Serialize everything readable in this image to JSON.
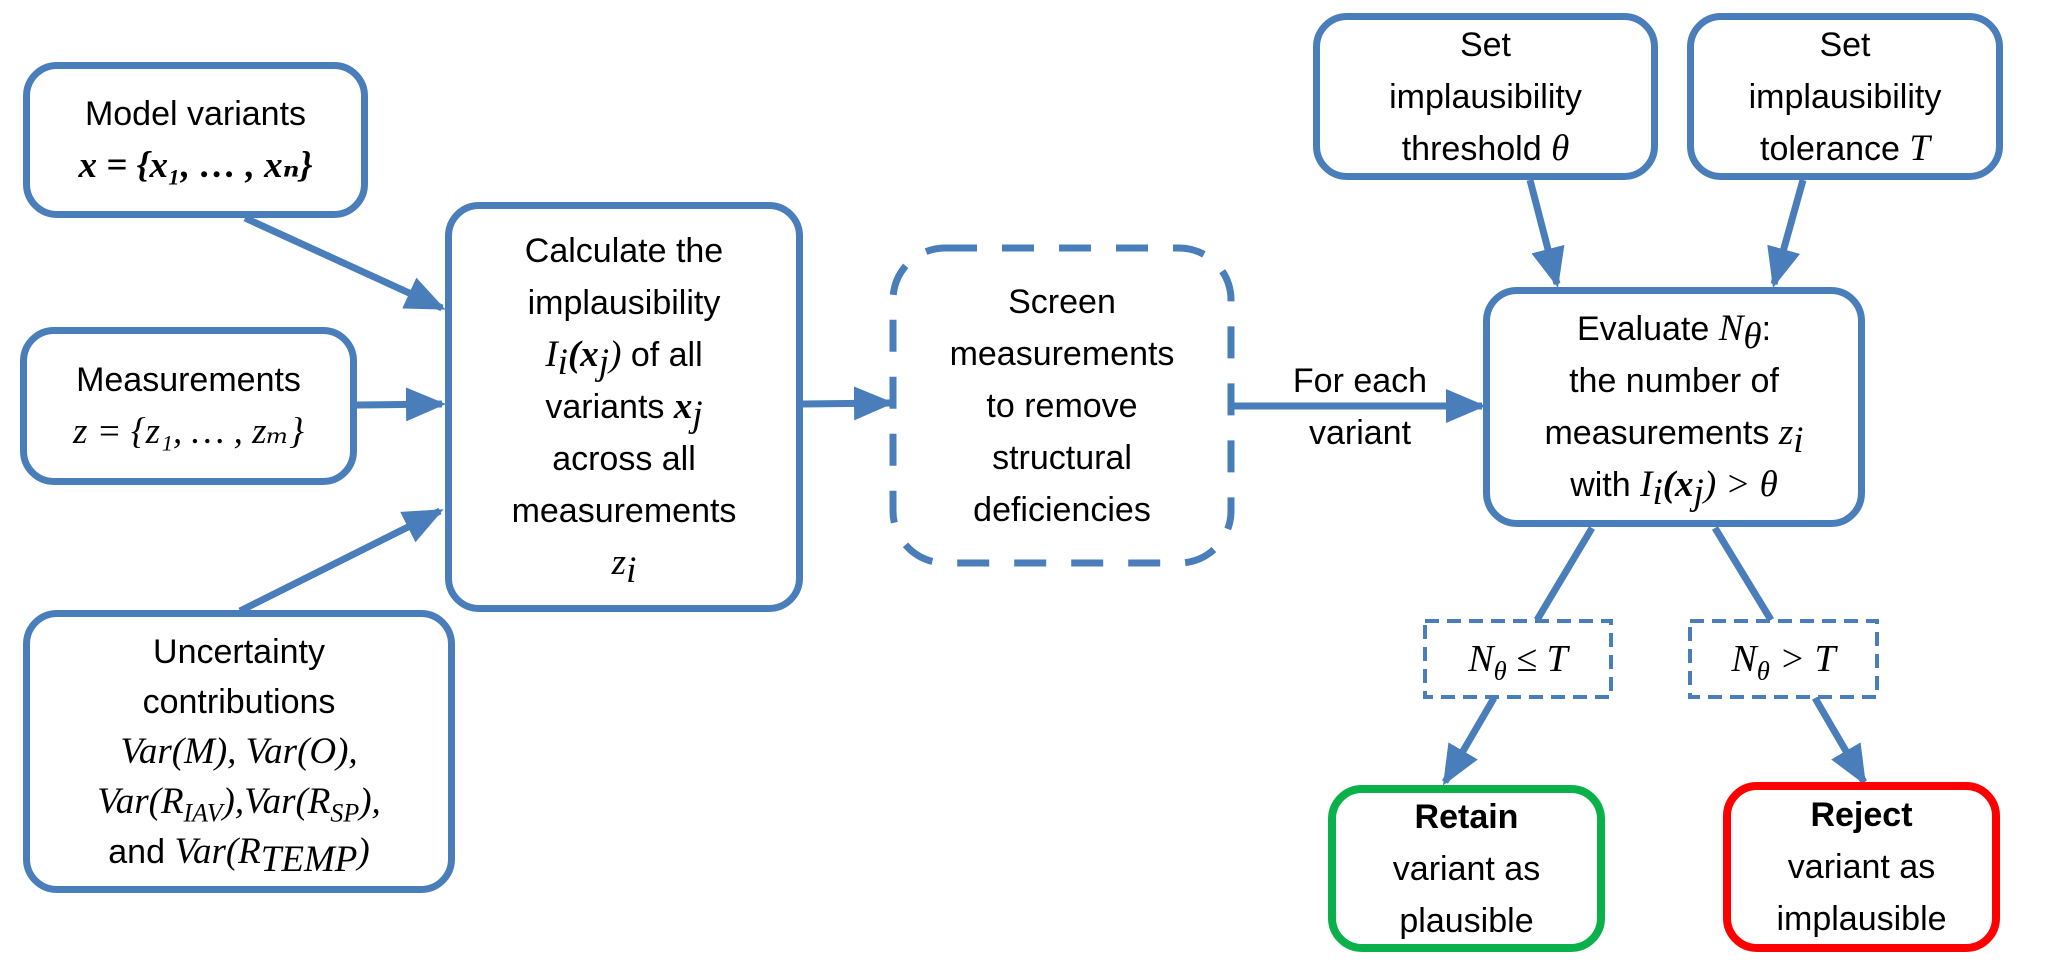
{
  "diagram": {
    "title": "Implausibility-based model variant screening workflow",
    "colors": {
      "stroke": "#4a7ebb",
      "retain": "#0ab14a",
      "reject": "#fe0000",
      "text": "#000000"
    },
    "nodes": {
      "model_variants": {
        "line1": "Model variants",
        "line2": "x = {x₁, … , xₙ}"
      },
      "measurements": {
        "line1": "Measurements",
        "line2": "z = {z₁, … , zₘ}"
      },
      "uncertainty": {
        "line1": "Uncertainty",
        "line2": "contributions",
        "line3": "Var(M),  Var(O),",
        "line4": "Var(R_IAV),Var(R_SP),",
        "line4a": "Var(R",
        "line4a_sub": "IAV",
        "line4b": "),Var(R",
        "line4b_sub": "SP",
        "line4c": "),",
        "line5_text": "and",
        "line5_math": "Var(R",
        "line5_sub": "TEMP",
        "line5_close": ")"
      },
      "calculate": {
        "line1": "Calculate the",
        "line2": "implausibility",
        "line3_math": "I",
        "line3_sub": "i",
        "line3_arg": "(x",
        "line3_arg_sub": "j",
        "line3_close": ")",
        "line3_text": " of all",
        "line4_text": "variants ",
        "line4_math": "x",
        "line4_sub": "j",
        "line5": "across all",
        "line6": "measurements",
        "line7_math": "z",
        "line7_sub": "i"
      },
      "screen": {
        "line1": "Screen",
        "line2": "measurements",
        "line3": "to remove",
        "line4": "structural",
        "line5": "deficiencies"
      },
      "threshold": {
        "line1": "Set",
        "line2": "implausibility",
        "line3_text": "threshold ",
        "line3_math": "θ"
      },
      "tolerance": {
        "line1": "Set",
        "line2": "implausibility",
        "line3_text": "tolerance ",
        "line3_math": "T"
      },
      "evaluate": {
        "line1_text": "Evaluate ",
        "line1_math": "N",
        "line1_sub": "θ",
        "line1_colon": ":",
        "line2": "the number of",
        "line3_text": "measurements ",
        "line3_math": "z",
        "line3_sub": "i",
        "line4_text": "with ",
        "line4_math": "I",
        "line4_sub": "i",
        "line4_arg": "(x",
        "line4_arg_sub": "j",
        "line4_close": ") > θ"
      },
      "cond_le": {
        "math": "N",
        "sub": "θ",
        "rest": " ≤ T"
      },
      "cond_gt": {
        "math": "N",
        "sub": "θ",
        "rest": " > T"
      },
      "retain": {
        "line1": "Retain",
        "line2": "variant as",
        "line3": "plausible"
      },
      "reject": {
        "line1": "Reject",
        "line2": "variant as",
        "line3": "implausible"
      }
    },
    "edge_labels": {
      "for_each_line1": "For each",
      "for_each_line2": "variant"
    }
  }
}
